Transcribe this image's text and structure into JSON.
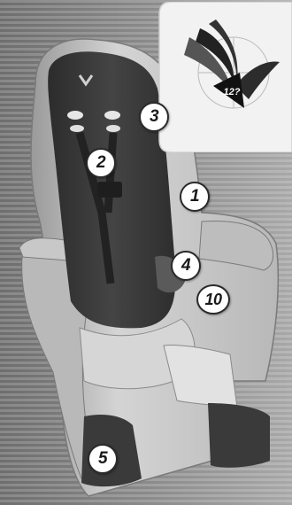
{
  "image": {
    "subject": "child bicycle seat",
    "colors": {
      "background": "#7b7b7b",
      "shell": "#c4c4c4",
      "cushion": "#3a3a3a",
      "badge": "#f2f2f2",
      "marker_fill": "#ffffff",
      "marker_border": "#2a2a2a"
    }
  },
  "callouts": [
    {
      "id": "m-3",
      "label": "3"
    },
    {
      "id": "m-2",
      "label": "2"
    },
    {
      "id": "m-1",
      "label": "1"
    },
    {
      "id": "m-4",
      "label": "4"
    },
    {
      "id": "m-10",
      "label": "10"
    },
    {
      "id": "m-5",
      "label": "5"
    }
  ],
  "badge": {
    "icon": "wing-logo-icon",
    "text": "12?"
  }
}
